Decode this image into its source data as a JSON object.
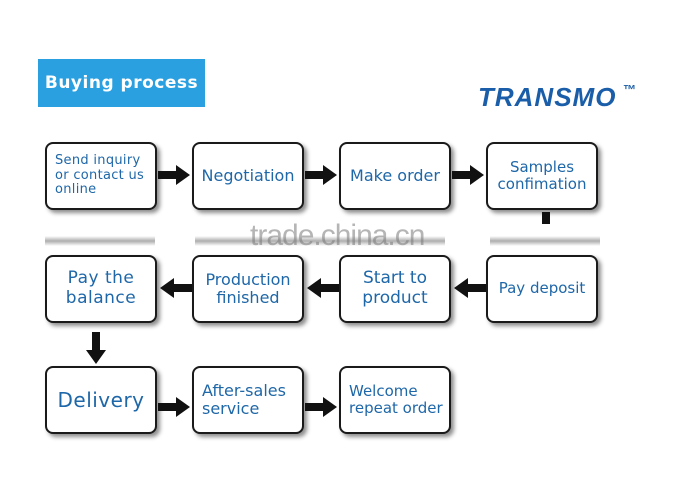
{
  "header": {
    "title": "Buying process",
    "brand": "TRANSMO",
    "trademark": "™"
  },
  "watermark": "trade.china.cn",
  "steps": {
    "s1": "Send inquiry\nor contact us\nonline",
    "s2": "Negotiation",
    "s3": "Make order",
    "s4": "Samples\nconfimation",
    "s5": "Pay deposit",
    "s6": "Start to\nproduct",
    "s7": "Production\nfinished",
    "s8": "Pay the\nbalance",
    "s9": "Delivery",
    "s10": "After-sales\nservice",
    "s11": "Welcome\nrepeat order"
  },
  "colors": {
    "accent": "#2aa0e0",
    "brand": "#1a5da8",
    "step_text": "#1e67a8"
  }
}
